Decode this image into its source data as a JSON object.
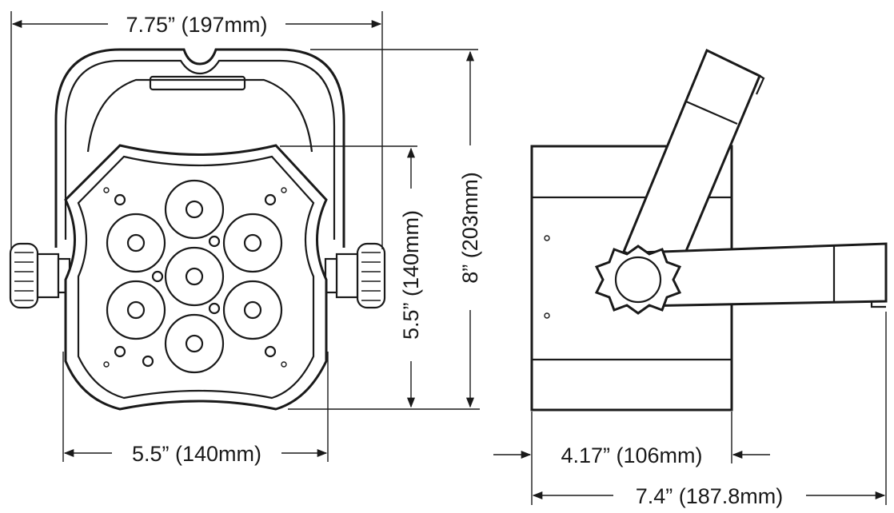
{
  "dimensions": {
    "front_overall_width": "7.75” (197mm)",
    "front_body_width": "5.5” (140mm)",
    "front_body_height": "5.5” (140mm)",
    "overall_height": "8” (203mm)",
    "side_body_depth": "4.17” (106mm)",
    "side_overall_depth": "7.4” (187.8mm)"
  },
  "colors": {
    "line": "#1a1a1a",
    "background": "#ffffff"
  }
}
